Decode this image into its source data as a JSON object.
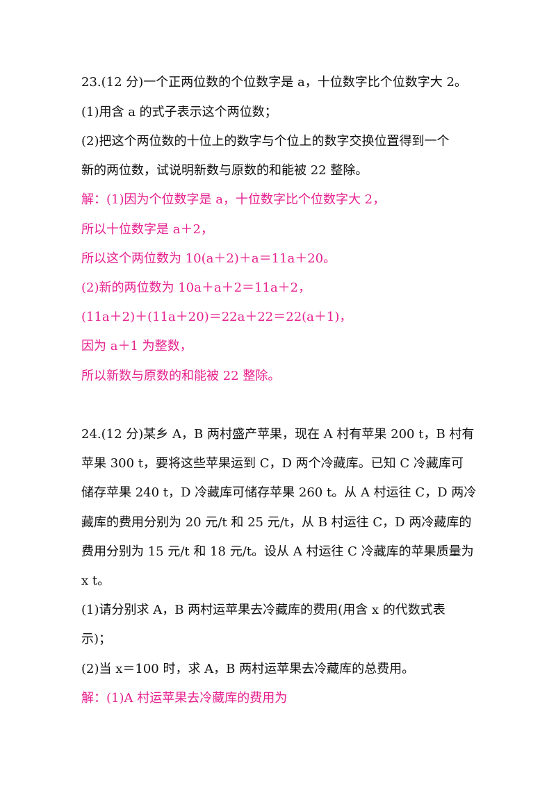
{
  "colors": {
    "text": "#111111",
    "answer": "#e6208f"
  },
  "q23": {
    "stem": "23.(12 分)一个正两位数的个位数字是 a，十位数字比个位数字大 2。",
    "part1": "(1)用含 a 的式子表示这个两位数；",
    "part2_line1": "(2)把这个两位数的十位上的数字与个位上的数字交换位置得到一个",
    "part2_line2": "新的两位数，试说明新数与原数的和能被 22 整除。",
    "solution": [
      "解：(1)因为个位数字是 a，十位数字比个位数字大 2，",
      "所以十位数字是 a＋2，",
      "所以这个两位数为 10(a＋2)＋a＝11a＋20。",
      "(2)新的两位数为 10a＋a＋2＝11a＋2，",
      "(11a＋2)＋(11a＋20)＝22a＋22＝22(a＋1)，",
      "因为 a＋1 为整数，",
      "所以新数与原数的和能被 22 整除。"
    ]
  },
  "q24": {
    "stem": [
      "24.(12 分)某乡 A，B 两村盛产苹果，现在 A 村有苹果 200 t，B 村有",
      "苹果 300 t，要将这些苹果运到 C，D 两个冷藏库。已知 C 冷藏库可",
      "储存苹果 240 t，D 冷藏库可储存苹果 260 t。从 A 村运往 C，D 两冷",
      "藏库的费用分别为 20 元/t 和 25 元/t，从 B 村运往 C，D 两冷藏库的",
      "费用分别为 15 元/t 和 18 元/t。设从 A 村运往 C 冷藏库的苹果质量为",
      "x  t。"
    ],
    "part1_line1": "(1)请分别求 A，B 两村运苹果去冷藏库的费用(用含 x 的代数式表",
    "part1_line2": "示)；",
    "part2": "(2)当 x＝100 时，求 A，B 两村运苹果去冷藏库的总费用。",
    "solution": [
      "解：(1)A 村运苹果去冷藏库的费用为"
    ]
  }
}
